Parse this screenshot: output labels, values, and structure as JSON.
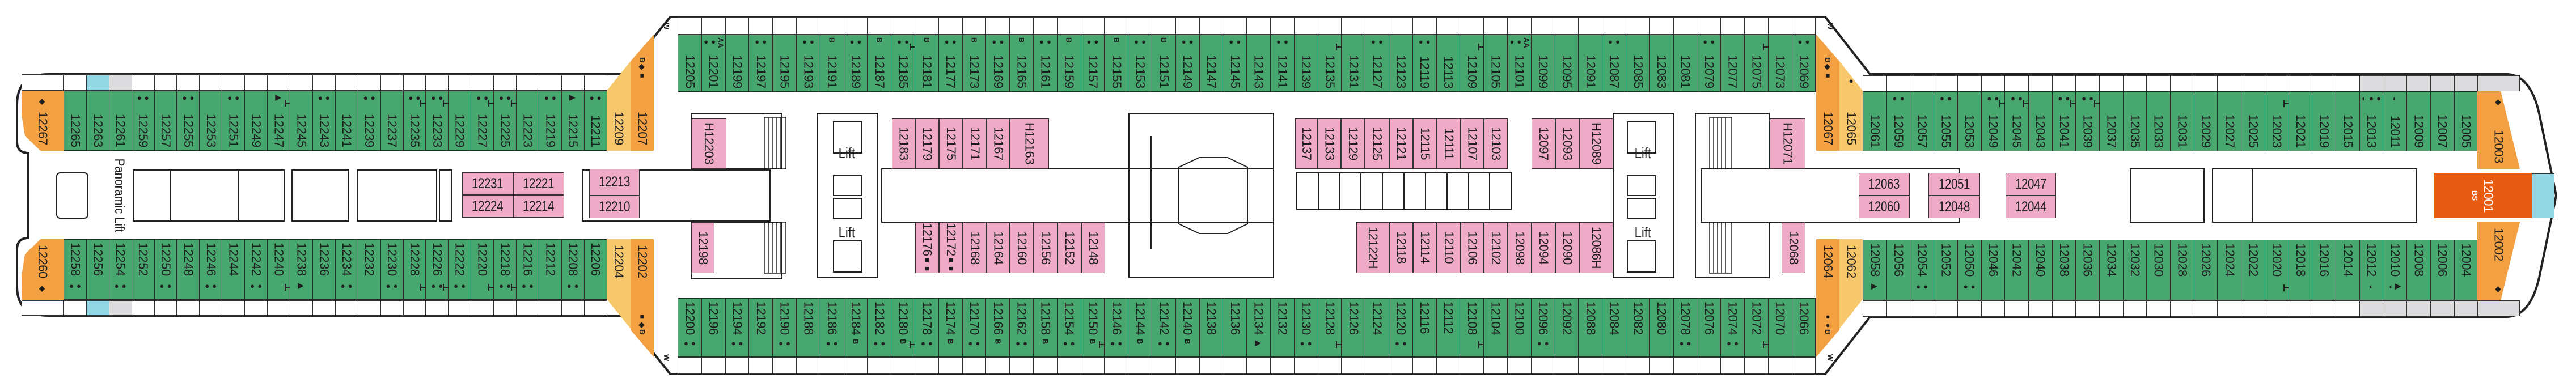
{
  "colors": {
    "balcony_cabin": "#47a76f",
    "inside_cabin": "#eeaac6",
    "suite": "#f2a041",
    "junior_suite": "#f7c76c",
    "owner_suite": "#e85b12",
    "accessible_balcony": "#93d6e4",
    "obstructed_balcony": "#dcdcdf"
  },
  "rows": {
    "aft_top": [
      {
        "n": "12265"
      },
      {
        "n": "12263"
      },
      {
        "n": "12261"
      },
      {
        "n": "12259",
        "s": "●●"
      },
      {
        "n": "12257"
      },
      {
        "n": "12255",
        "s": "●●"
      },
      {
        "n": "12253"
      },
      {
        "n": "12251",
        "s": "●●"
      },
      {
        "n": "12249"
      },
      {
        "n": "12247",
        "s": "▶",
        "c": true
      },
      {
        "n": "12245"
      },
      {
        "n": "12243",
        "s": "●●"
      },
      {
        "n": "12241"
      },
      {
        "n": "12239",
        "s": "●●"
      },
      {
        "n": "12237"
      },
      {
        "n": "12235",
        "s": "●●",
        "c": true
      },
      {
        "n": "12233",
        "s": "●●",
        "c": true
      },
      {
        "n": "12229"
      },
      {
        "n": "12227",
        "s": "●●",
        "c": true
      },
      {
        "n": "12225",
        "s": "●●",
        "c": true
      },
      {
        "n": "12223"
      },
      {
        "n": "12219",
        "s": "●●"
      },
      {
        "n": "12215",
        "s": "▶"
      },
      {
        "n": "12211",
        "s": "●●"
      }
    ],
    "aft_bottom": [
      {
        "n": "12258",
        "s": "●●"
      },
      {
        "n": "12256"
      },
      {
        "n": "12254",
        "s": "●●"
      },
      {
        "n": "12252"
      },
      {
        "n": "12250",
        "s": "●●"
      },
      {
        "n": "12248"
      },
      {
        "n": "12246",
        "s": "●●"
      },
      {
        "n": "12244"
      },
      {
        "n": "12242",
        "s": "●●"
      },
      {
        "n": "12240",
        "c": true
      },
      {
        "n": "12238",
        "s": "▶"
      },
      {
        "n": "12236"
      },
      {
        "n": "12234",
        "s": "●●"
      },
      {
        "n": "12232"
      },
      {
        "n": "12230",
        "s": "●●"
      },
      {
        "n": "12228",
        "c": true
      },
      {
        "n": "12226",
        "s": "●●",
        "c": true
      },
      {
        "n": "12222",
        "s": "●●"
      },
      {
        "n": "12220",
        "c": true
      },
      {
        "n": "12218",
        "s": "●●",
        "c": true
      },
      {
        "n": "12216",
        "s": "●●"
      },
      {
        "n": "12212"
      },
      {
        "n": "12208",
        "s": "●●"
      },
      {
        "n": "12206"
      }
    ],
    "mid_top": [
      {
        "n": "12205"
      },
      {
        "n": "12201",
        "s": "AA●●"
      },
      {
        "n": "12199"
      },
      {
        "n": "12197",
        "s": "●●"
      },
      {
        "n": "12195"
      },
      {
        "n": "12193",
        "s": "●●"
      },
      {
        "n": "12191",
        "s": "B"
      },
      {
        "n": "12189",
        "s": "●●"
      },
      {
        "n": "12187",
        "s": "B"
      },
      {
        "n": "12185",
        "s": "●●",
        "c": true
      },
      {
        "n": "12181",
        "s": "B"
      },
      {
        "n": "12177",
        "s": "●●"
      },
      {
        "n": "12173",
        "s": "B"
      },
      {
        "n": "12169",
        "s": "●●"
      },
      {
        "n": "12165",
        "s": "B"
      },
      {
        "n": "12161",
        "s": "●●"
      },
      {
        "n": "12159",
        "s": "B"
      },
      {
        "n": "12157",
        "s": "●●"
      },
      {
        "n": "12155",
        "s": "B"
      },
      {
        "n": "12153",
        "s": "●●"
      },
      {
        "n": "12151",
        "s": "B"
      },
      {
        "n": "12149",
        "s": "●●"
      },
      {
        "n": "12147"
      },
      {
        "n": "12145",
        "s": "●●"
      },
      {
        "n": "12143"
      },
      {
        "n": "12141",
        "s": "●●"
      },
      {
        "n": "12139"
      },
      {
        "n": "12135",
        "c": true
      },
      {
        "n": "12131"
      },
      {
        "n": "12127",
        "s": "●●"
      },
      {
        "n": "12123"
      },
      {
        "n": "12119",
        "s": "●●"
      },
      {
        "n": "12113"
      },
      {
        "n": "12109",
        "c": true
      },
      {
        "n": "12105"
      },
      {
        "n": "12101",
        "s": "AA●●"
      },
      {
        "n": "12099"
      },
      {
        "n": "12095"
      },
      {
        "n": "12091"
      },
      {
        "n": "12087",
        "s": "●●"
      },
      {
        "n": "12085"
      },
      {
        "n": "12083"
      },
      {
        "n": "12081"
      },
      {
        "n": "12079",
        "s": "●●"
      },
      {
        "n": "12077"
      },
      {
        "n": "12075",
        "c": true
      },
      {
        "n": "12073"
      },
      {
        "n": "12069",
        "s": "●●"
      }
    ],
    "mid_bottom": [
      {
        "n": "12200",
        "s": "●●"
      },
      {
        "n": "12196"
      },
      {
        "n": "12194",
        "s": "●●"
      },
      {
        "n": "12192"
      },
      {
        "n": "12190",
        "s": "●●"
      },
      {
        "n": "12188"
      },
      {
        "n": "12186",
        "s": "●●"
      },
      {
        "n": "12184",
        "s": "B"
      },
      {
        "n": "12182",
        "s": "●●"
      },
      {
        "n": "12180",
        "s": "B",
        "c": true
      },
      {
        "n": "12178",
        "s": "●●"
      },
      {
        "n": "12174",
        "s": "B"
      },
      {
        "n": "12170",
        "s": "●●"
      },
      {
        "n": "12166",
        "s": "B"
      },
      {
        "n": "12162",
        "s": "●●"
      },
      {
        "n": "12158",
        "s": "B"
      },
      {
        "n": "12154",
        "s": "●●"
      },
      {
        "n": "12150",
        "s": "B",
        "c": true
      },
      {
        "n": "12146",
        "s": "●●"
      },
      {
        "n": "12144",
        "s": "B"
      },
      {
        "n": "12142",
        "s": "●●"
      },
      {
        "n": "12140",
        "s": "B"
      },
      {
        "n": "12138"
      },
      {
        "n": "12136"
      },
      {
        "n": "12134",
        "s": "▶"
      },
      {
        "n": "12132"
      },
      {
        "n": "12130",
        "s": "●●"
      },
      {
        "n": "12128",
        "c": true
      },
      {
        "n": "12126"
      },
      {
        "n": "12124"
      },
      {
        "n": "12120",
        "s": "●●"
      },
      {
        "n": "12116"
      },
      {
        "n": "12112"
      },
      {
        "n": "12108",
        "c": true
      },
      {
        "n": "12104"
      },
      {
        "n": "12100"
      },
      {
        "n": "12096",
        "s": "●●"
      },
      {
        "n": "12092"
      },
      {
        "n": "12088"
      },
      {
        "n": "12084"
      },
      {
        "n": "12082"
      },
      {
        "n": "12080"
      },
      {
        "n": "12078",
        "s": "●●"
      },
      {
        "n": "12076"
      },
      {
        "n": "12074",
        "s": "●●"
      },
      {
        "n": "12072",
        "c": true
      },
      {
        "n": "12070"
      },
      {
        "n": "12066"
      }
    ],
    "fwd_top": [
      {
        "n": "12061"
      },
      {
        "n": "12059",
        "s": "●●"
      },
      {
        "n": "12057"
      },
      {
        "n": "12055",
        "s": "●●"
      },
      {
        "n": "12053"
      },
      {
        "n": "12049",
        "s": "●●",
        "c": true
      },
      {
        "n": "12045",
        "s": "●●",
        "c": true
      },
      {
        "n": "12043"
      },
      {
        "n": "12041",
        "s": "●●",
        "c": true
      },
      {
        "n": "12039",
        "s": "●●",
        "c": true
      },
      {
        "n": "12037"
      },
      {
        "n": "12035"
      },
      {
        "n": "12033"
      },
      {
        "n": "12031"
      },
      {
        "n": "12029"
      },
      {
        "n": "12027"
      },
      {
        "n": "12025"
      },
      {
        "n": "12023",
        "c": true
      },
      {
        "n": "12021"
      },
      {
        "n": "12019"
      },
      {
        "n": "12015"
      },
      {
        "n": "12013",
        "s": "●●◐"
      },
      {
        "n": "12011",
        "s": "◐"
      },
      {
        "n": "12009"
      },
      {
        "n": "12007"
      },
      {
        "n": "12005"
      }
    ],
    "fwd_bottom": [
      {
        "n": "12058",
        "s": "▶"
      },
      {
        "n": "12056"
      },
      {
        "n": "12054",
        "s": "●●"
      },
      {
        "n": "12052"
      },
      {
        "n": "12050",
        "s": "●●"
      },
      {
        "n": "12046"
      },
      {
        "n": "12042"
      },
      {
        "n": "12040"
      },
      {
        "n": "12038"
      },
      {
        "n": "12036"
      },
      {
        "n": "12034"
      },
      {
        "n": "12032"
      },
      {
        "n": "12030"
      },
      {
        "n": "12028"
      },
      {
        "n": "12026"
      },
      {
        "n": "12024"
      },
      {
        "n": "12022"
      },
      {
        "n": "12020",
        "c": true
      },
      {
        "n": "12018"
      },
      {
        "n": "12016"
      },
      {
        "n": "12014"
      },
      {
        "n": "12012",
        "s": "◐"
      },
      {
        "n": "12010",
        "s": "▶◐"
      },
      {
        "n": "12008"
      },
      {
        "n": "12006"
      },
      {
        "n": "12004"
      }
    ]
  },
  "special": [
    {
      "n": "12267",
      "s": "◆"
    },
    {
      "n": "12260",
      "s": "◆"
    },
    {
      "n": "12209"
    },
    {
      "n": "12207",
      "s": "B◆■"
    },
    {
      "n": "12204"
    },
    {
      "n": "12202",
      "s": "■◆B"
    },
    {
      "n": "12067",
      "s": "B◆■"
    },
    {
      "n": "12065",
      "s": "●●"
    },
    {
      "n": "12064",
      "s": "●●B"
    },
    {
      "n": "12062"
    },
    {
      "n": "12003",
      "s": "◆"
    },
    {
      "n": "12002",
      "s": "◆"
    },
    {
      "n": "12001",
      "s": "BS"
    }
  ],
  "inside": [
    {
      "n": "12231"
    },
    {
      "n": "12221"
    },
    {
      "n": "12224"
    },
    {
      "n": "12214"
    },
    {
      "n": "12213"
    },
    {
      "n": "12210"
    },
    {
      "n": "H12203"
    },
    {
      "n": "12198"
    },
    {
      "n": "12183"
    },
    {
      "n": "12179"
    },
    {
      "n": "12175"
    },
    {
      "n": "12171"
    },
    {
      "n": "12167"
    },
    {
      "n": "H12163"
    },
    {
      "n": "12176",
      "s": "■■"
    },
    {
      "n": "12172",
      "s": "■■"
    },
    {
      "n": "12168"
    },
    {
      "n": "12164"
    },
    {
      "n": "12160"
    },
    {
      "n": "12156"
    },
    {
      "n": "12152"
    },
    {
      "n": "12148"
    },
    {
      "n": "12137"
    },
    {
      "n": "12133"
    },
    {
      "n": "12129"
    },
    {
      "n": "12125"
    },
    {
      "n": "12121"
    },
    {
      "n": "12115"
    },
    {
      "n": "12111"
    },
    {
      "n": "12107"
    },
    {
      "n": "12103"
    },
    {
      "n": "12097"
    },
    {
      "n": "12093"
    },
    {
      "n": "H12089"
    },
    {
      "n": "12122H"
    },
    {
      "n": "12118"
    },
    {
      "n": "12114"
    },
    {
      "n": "12110"
    },
    {
      "n": "12106"
    },
    {
      "n": "12102"
    },
    {
      "n": "12098"
    },
    {
      "n": "12094"
    },
    {
      "n": "12090"
    },
    {
      "n": "12086H"
    },
    {
      "n": "H12071"
    },
    {
      "n": "12068"
    },
    {
      "n": "12063"
    },
    {
      "n": "12060"
    },
    {
      "n": "12051"
    },
    {
      "n": "12048"
    },
    {
      "n": "12047"
    },
    {
      "n": "12044"
    }
  ],
  "labels": {
    "panoramic_lift": "Panoramic Lift",
    "lift": "Lift",
    "w": "W"
  }
}
